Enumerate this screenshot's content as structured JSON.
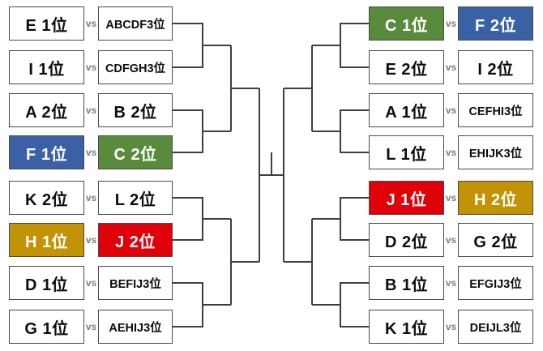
{
  "vs_label": "vs",
  "colors": {
    "blue": "#3A61A5",
    "green": "#598B3C",
    "gold": "#C29305",
    "red": "#E00009",
    "line": "#3F3F3F"
  },
  "left": {
    "matches": [
      {
        "a": {
          "label": "E 1位"
        },
        "b": {
          "label": "ABCDF3位"
        }
      },
      {
        "a": {
          "label": "I 1位"
        },
        "b": {
          "label": "CDFGH3位"
        }
      },
      {
        "a": {
          "label": "A 2位"
        },
        "b": {
          "label": "B 2位"
        }
      },
      {
        "a": {
          "label": "F 1位",
          "bg": "#3A61A5"
        },
        "b": {
          "label": "C 2位",
          "bg": "#598B3C"
        }
      },
      {
        "a": {
          "label": "K 2位"
        },
        "b": {
          "label": "L 2位"
        }
      },
      {
        "a": {
          "label": "H 1位",
          "bg": "#C29305"
        },
        "b": {
          "label": "J 2位",
          "bg": "#E00009"
        }
      },
      {
        "a": {
          "label": "D 1位"
        },
        "b": {
          "label": "BEFIJ3位"
        }
      },
      {
        "a": {
          "label": "G 1位"
        },
        "b": {
          "label": "AEHIJ3位"
        }
      }
    ]
  },
  "right": {
    "matches": [
      {
        "a": {
          "label": "C 1位",
          "bg": "#598B3C"
        },
        "b": {
          "label": "F 2位",
          "bg": "#3A61A5"
        }
      },
      {
        "a": {
          "label": "E 2位"
        },
        "b": {
          "label": "I 2位"
        }
      },
      {
        "a": {
          "label": "A 1位"
        },
        "b": {
          "label": "CEFHI3位"
        }
      },
      {
        "a": {
          "label": "L 1位"
        },
        "b": {
          "label": "EHIJK3位"
        }
      },
      {
        "a": {
          "label": "J 1位",
          "bg": "#E00009"
        },
        "b": {
          "label": "H 2位",
          "bg": "#C29305"
        }
      },
      {
        "a": {
          "label": "D 2位"
        },
        "b": {
          "label": "G 2位"
        }
      },
      {
        "a": {
          "label": "B 1位"
        },
        "b": {
          "label": "EFGIJ3位"
        }
      },
      {
        "a": {
          "label": "K 1位"
        },
        "b": {
          "label": "DEIJL3位"
        }
      }
    ]
  }
}
